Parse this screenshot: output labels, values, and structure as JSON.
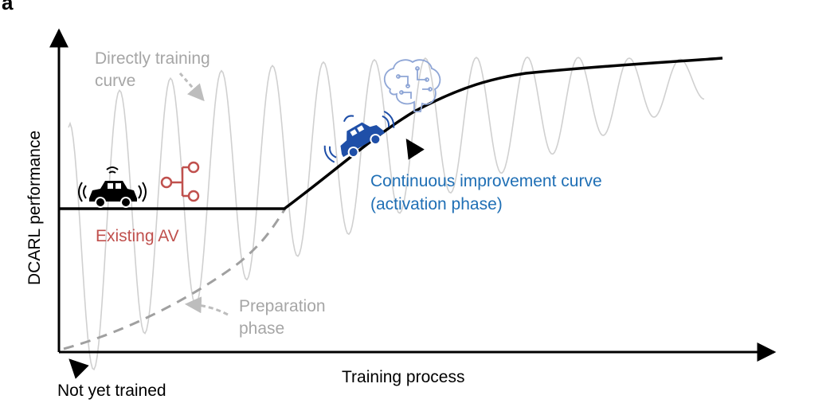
{
  "panel_letter": "a",
  "axes": {
    "y_label": "DCARL performance",
    "x_label": "Training process"
  },
  "annotations": {
    "directly_training_line1": "Directly training",
    "directly_training_line2": "curve",
    "existing_av": "Existing AV",
    "continuous_line1": "Continuous improvement curve",
    "continuous_line2": "(activation phase)",
    "preparation_line1": "Preparation",
    "preparation_line2": "phase",
    "not_yet_trained": "Not yet trained"
  },
  "colors": {
    "axis": "#000000",
    "main_curve": "#000000",
    "oscillation": "#d0d0d0",
    "faded_text": "#a6a6a6",
    "existing_av": "#c0504d",
    "continuous": "#1f6fb5",
    "car_active": "#1f4fa8",
    "brain": "#8fa6d6"
  },
  "icons": {
    "car_existing": "car-icon",
    "branch": "branch-network-icon",
    "car_active": "connected-car-icon",
    "brain": "brain-circuit-icon"
  }
}
